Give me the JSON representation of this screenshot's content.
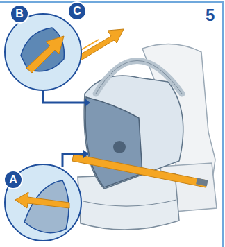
{
  "diagram": {
    "nodes": [
      {
        "text": [
          "B"
        ]
      },
      {
        "text": [
          "C"
        ]
      },
      {
        "text": [
          "A"
        ]
      }
    ],
    "labels": [
      "5"
    ]
  }
}
